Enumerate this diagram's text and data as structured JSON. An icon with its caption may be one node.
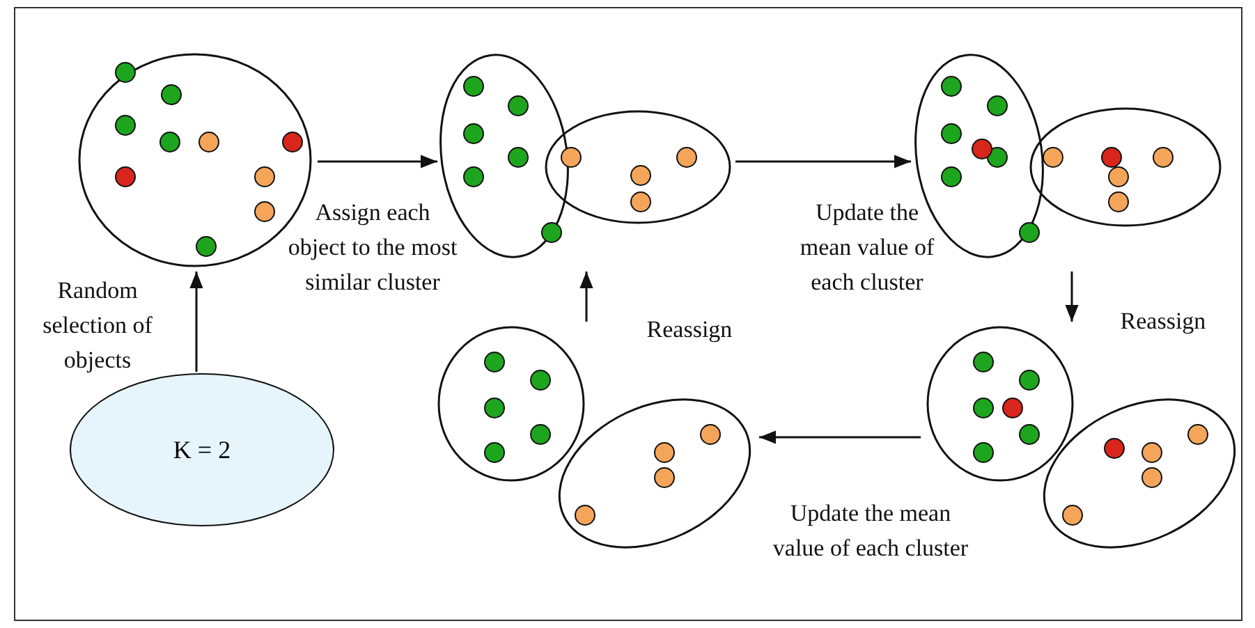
{
  "diagram": {
    "nodes": [
      {
        "text": [
          "K = 2"
        ]
      },
      {
        "text": [],
        "shape": "cloud"
      },
      {
        "text": [],
        "shape": "cloud"
      },
      {
        "text": [],
        "shape": "cloud"
      },
      {
        "text": [],
        "shape": "cloud"
      },
      {
        "text": [],
        "shape": "cloud"
      }
    ],
    "edges": [
      {
        "from": 0,
        "to": 1,
        "arrow": "to",
        "label": "Random selection of objects"
      },
      {
        "from": 1,
        "to": 2,
        "arrow": "to",
        "label": "Assign each object to the most similar cluster"
      },
      {
        "from": 2,
        "to": 3,
        "arrow": "to",
        "label": "Update the mean value of each cluster"
      },
      {
        "from": 3,
        "to": 4,
        "arrow": "to",
        "label": "Reassign"
      },
      {
        "from": 4,
        "to": 5,
        "arrow": "to",
        "label": "Update the mean value of each cluster"
      },
      {
        "from": 5,
        "to": 2,
        "arrow": "to",
        "label": "Reassign"
      }
    ]
  }
}
